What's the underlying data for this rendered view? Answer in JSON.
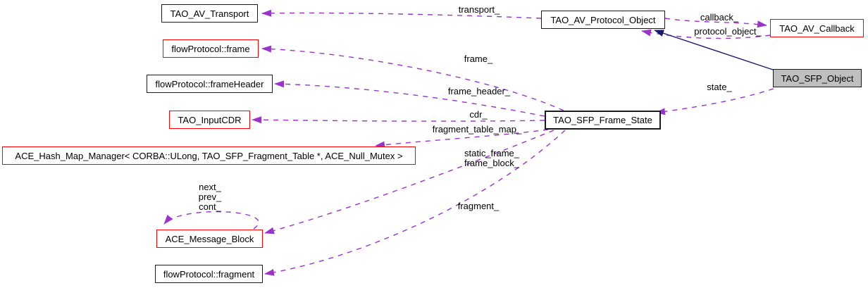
{
  "diagram": {
    "type": "collaboration-graph",
    "colors": {
      "edge_dashed": "#9a32cd",
      "edge_solid": "#191970",
      "node_border": "#1a1a1a",
      "node_border_red": "#ff0000",
      "node_fill": "#ffffff",
      "selected_node_fill": "#bfbfbf",
      "text": "#000000",
      "background": "#ffffff"
    },
    "nodes": {
      "tao_av_transport": {
        "label": "TAO_AV_Transport"
      },
      "flowprotocol_frame": {
        "label": "flowProtocol::frame"
      },
      "flowprotocol_frameheader": {
        "label": "flowProtocol::frameHeader"
      },
      "tao_inputcdr": {
        "label": "TAO_InputCDR"
      },
      "ace_hash_map_manager": {
        "label": "ACE_Hash_Map_Manager< CORBA::ULong, TAO_SFP_Fragment_Table *, ACE_Null_Mutex >"
      },
      "ace_message_block": {
        "label": "ACE_Message_Block"
      },
      "flowprotocol_fragment": {
        "label": "flowProtocol::fragment"
      },
      "tao_av_protocol_object": {
        "label": "TAO_AV_Protocol_Object"
      },
      "tao_av_callback": {
        "label": "TAO_AV_Callback"
      },
      "tao_sfp_object": {
        "label": "TAO_SFP_Object"
      },
      "tao_sfp_frame_state": {
        "label": "TAO_SFP_Frame_State"
      }
    },
    "edge_labels": {
      "transport": "transport_",
      "frame": "frame_",
      "frame_header": "frame_header_",
      "cdr": "cdr_",
      "fragment_table_map": "fragment_table_map_",
      "static_frame": "static_frame_",
      "frame_block": "frame_block_",
      "fragment": "fragment_",
      "next": "next_",
      "prev": "prev_",
      "cont": "cont_",
      "callback": "callback_",
      "protocol_object": "protocol_object_",
      "state": "state_"
    }
  }
}
